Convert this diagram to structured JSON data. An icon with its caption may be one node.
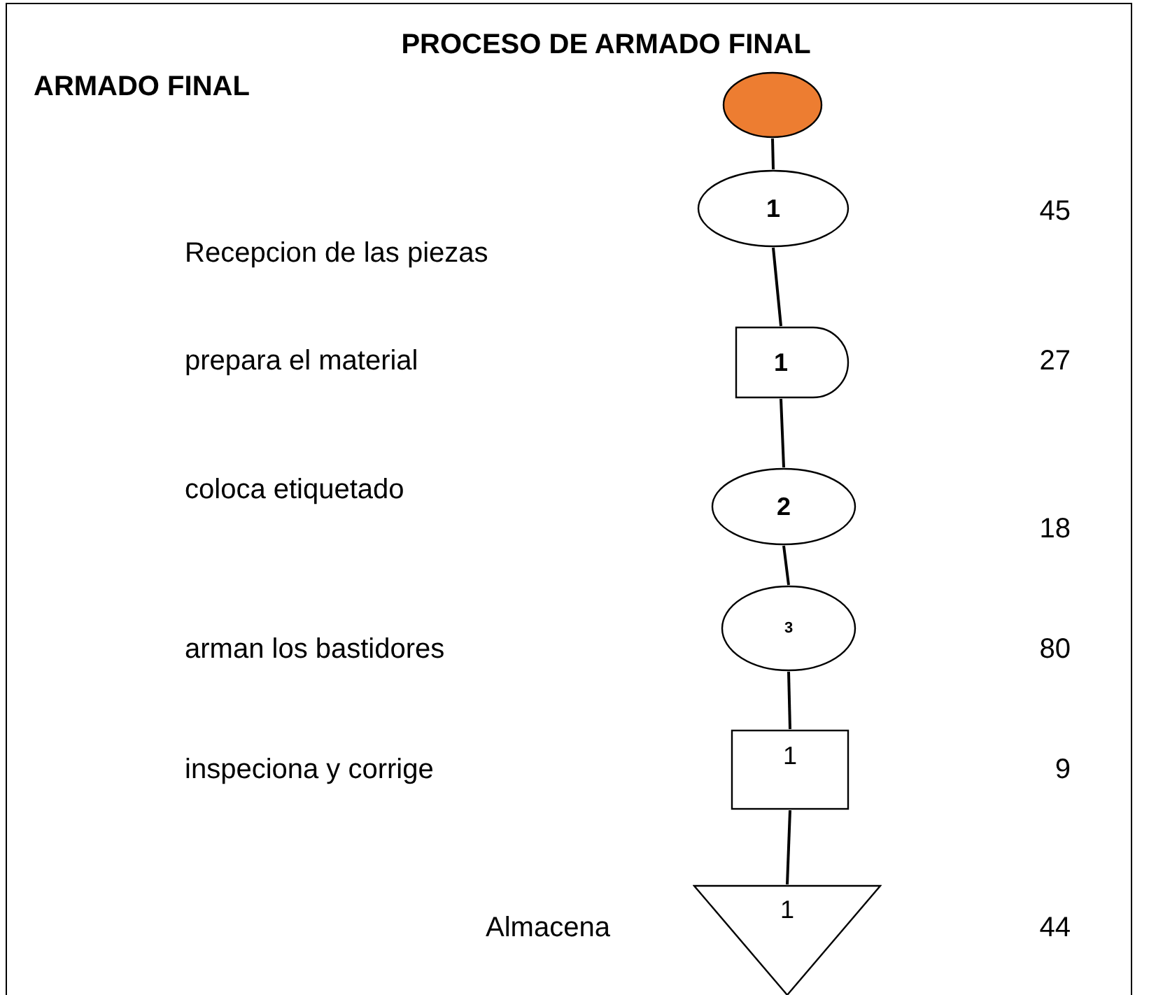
{
  "diagram": {
    "title": "PROCESO DE ARMADO FINAL",
    "nodes": [
      {
        "text": [],
        "shape": "circle"
      },
      {
        "text": [
          "1"
        ]
      },
      {
        "text": [
          "1"
        ]
      },
      {
        "text": [
          "2"
        ]
      },
      {
        "text": [
          "3"
        ]
      },
      {
        "text": [
          "1"
        ]
      },
      {
        "text": [
          "1"
        ]
      }
    ],
    "edges": [
      {
        "from": 0,
        "to": 1,
        "arrow": "none"
      },
      {
        "from": 1,
        "to": 2,
        "arrow": "none"
      },
      {
        "from": 2,
        "to": 3,
        "arrow": "none"
      },
      {
        "from": 3,
        "to": 4,
        "arrow": "none"
      },
      {
        "from": 4,
        "to": 5,
        "arrow": "none"
      },
      {
        "from": 5,
        "to": 6,
        "arrow": "none"
      }
    ],
    "labels": [
      "ARMADO FINAL",
      "45",
      "Recepcion de las piezas",
      "prepara el material",
      "27",
      "coloca etiquetado",
      "18",
      "arman los bastidores",
      "80",
      "inspeciona y corrige",
      "9",
      "Almacena",
      "44"
    ]
  }
}
